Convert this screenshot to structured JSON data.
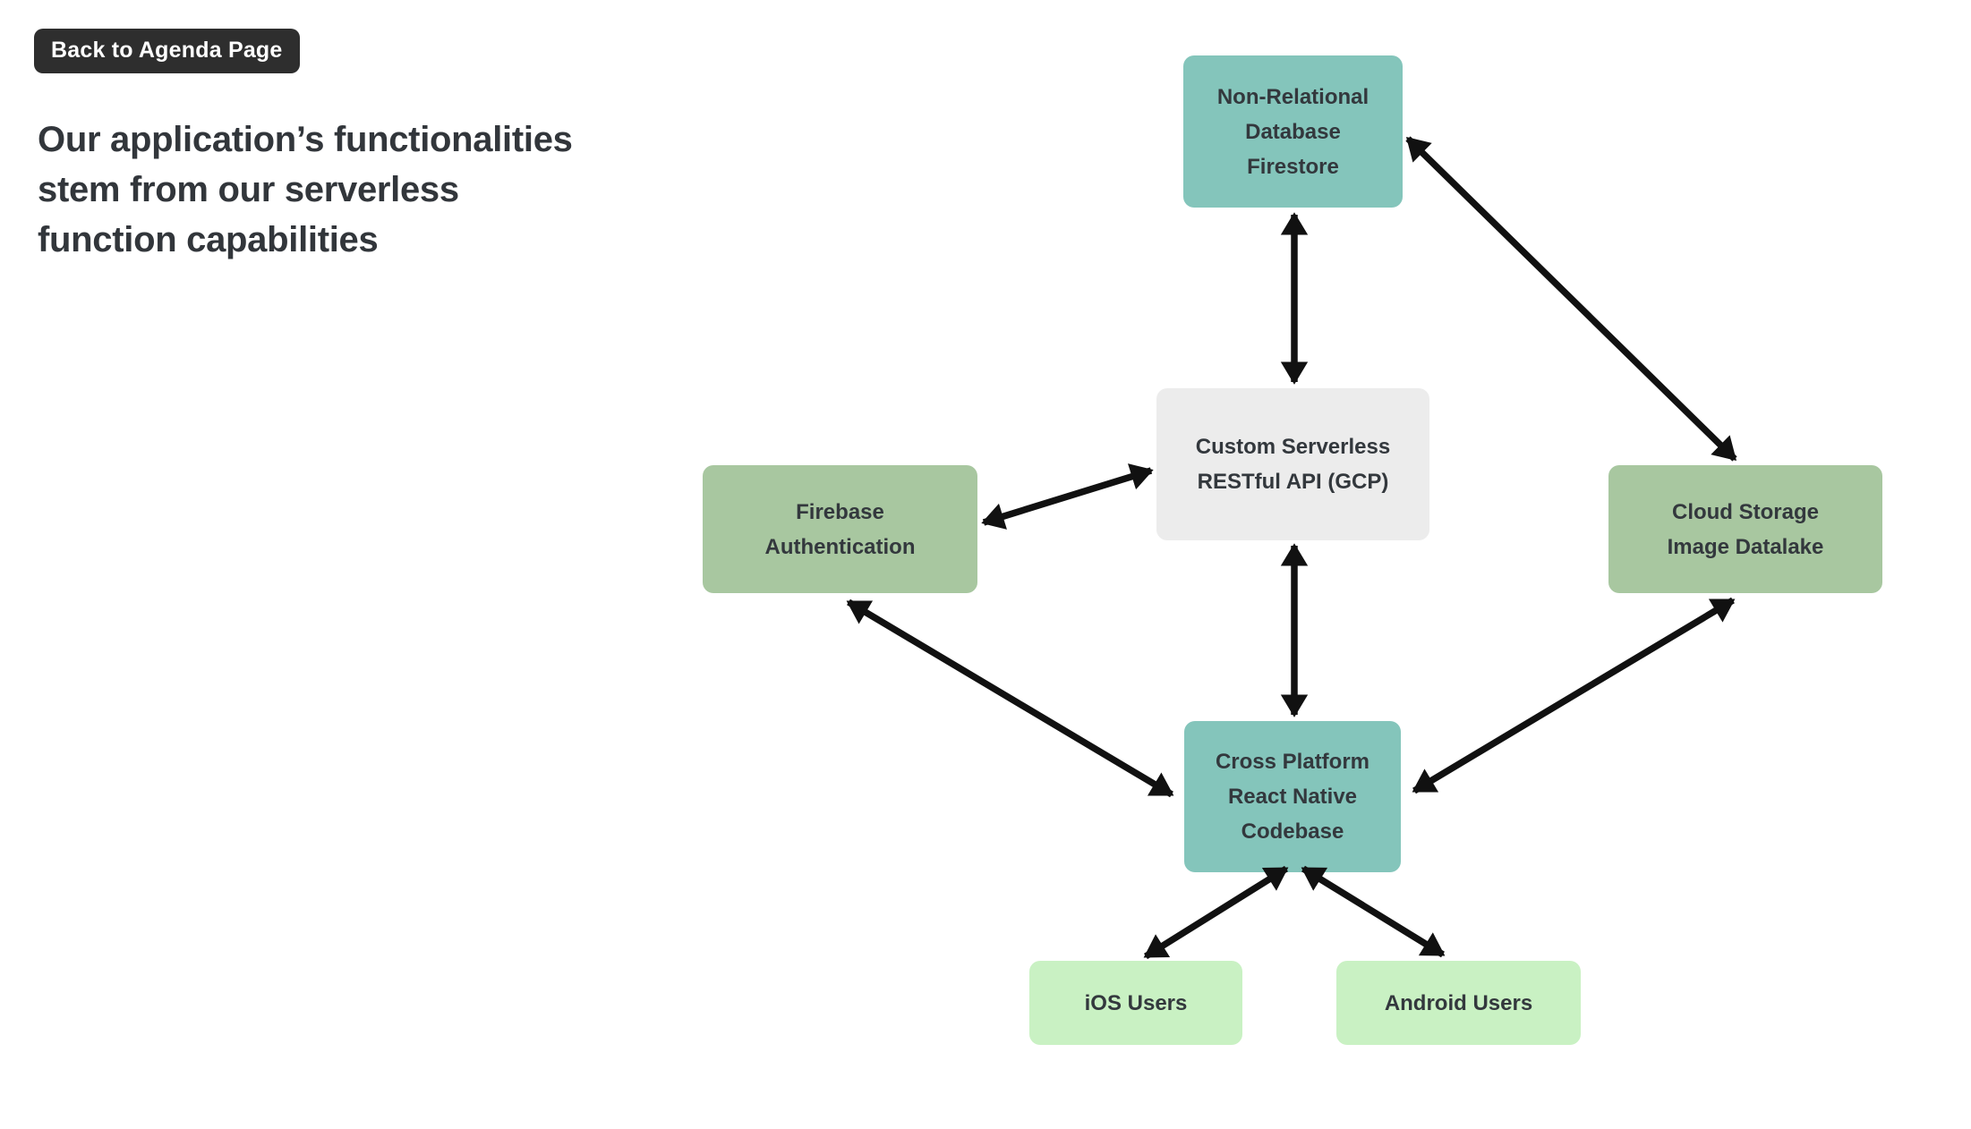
{
  "back_button": {
    "label": "Back to Agenda Page",
    "bg": "#2e2e2e",
    "text_color": "#ffffff"
  },
  "title": {
    "lines": [
      "Our application’s functionalities",
      "stem from our serverless",
      "function capabilities"
    ],
    "color": "#32363b"
  },
  "diagram": {
    "arrow_color": "#111111",
    "node_text_color": "#33383d",
    "nodes": {
      "firestore": {
        "lines": [
          "Non-Relational",
          "Database",
          "Firestore"
        ],
        "fill": "#84c5bb"
      },
      "api": {
        "lines": [
          "Custom Serverless",
          "RESTful API (GCP)"
        ],
        "fill": "#ececec"
      },
      "firebase_auth": {
        "lines": [
          "Firebase",
          "Authentication"
        ],
        "fill": "#a8c7a0"
      },
      "cloud_storage": {
        "lines": [
          "Cloud Storage",
          "Image Datalake"
        ],
        "fill": "#a8c7a0"
      },
      "react_native": {
        "lines": [
          "Cross Platform",
          "React Native",
          "Codebase"
        ],
        "fill": "#84c5bb"
      },
      "ios_users": {
        "lines": [
          "iOS Users"
        ],
        "fill": "#c9f1c3"
      },
      "android_users": {
        "lines": [
          "Android Users"
        ],
        "fill": "#c9f1c3"
      }
    },
    "edges": [
      {
        "from": "firestore",
        "to": "api",
        "direction": "bidirectional"
      },
      {
        "from": "api",
        "to": "react_native",
        "direction": "bidirectional"
      },
      {
        "from": "firestore",
        "to": "cloud_storage",
        "direction": "bidirectional"
      },
      {
        "from": "firebase_auth",
        "to": "api",
        "direction": "bidirectional"
      },
      {
        "from": "firebase_auth",
        "to": "react_native",
        "direction": "bidirectional"
      },
      {
        "from": "cloud_storage",
        "to": "react_native",
        "direction": "bidirectional"
      },
      {
        "from": "react_native",
        "to": "ios_users",
        "direction": "bidirectional"
      },
      {
        "from": "react_native",
        "to": "android_users",
        "direction": "bidirectional"
      }
    ]
  }
}
